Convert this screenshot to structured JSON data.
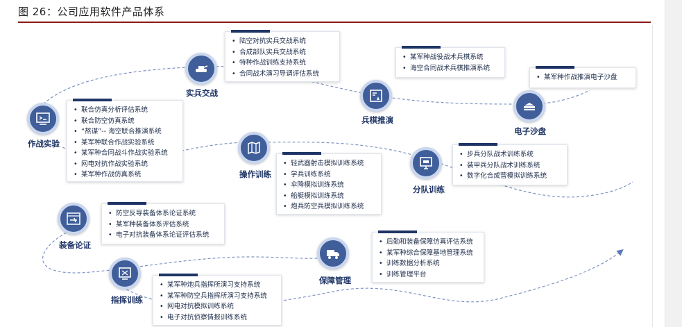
{
  "figure": {
    "title": "图 26：公司应用软件产品体系"
  },
  "colors": {
    "node_fill": "#3f5e9a",
    "node_ring": "#c9d6ee",
    "path": "#7d93c2",
    "card_bar": "#1f3566",
    "title_rule": "#8b1a1a"
  },
  "nodes": {
    "combat_experiment": {
      "label": "作战实验",
      "icon": "presentation-icon"
    },
    "live_combat": {
      "label": "实兵交战",
      "icon": "tank-icon"
    },
    "wargame": {
      "label": "兵棋推演",
      "icon": "gameboard-icon"
    },
    "sandbox": {
      "label": "电子沙盘",
      "icon": "sandtable-icon"
    },
    "operation_training": {
      "label": "操作训练",
      "icon": "map-icon"
    },
    "squad_training": {
      "label": "分队训练",
      "icon": "monitor-icon"
    },
    "equipment_demo": {
      "label": "装备论证",
      "icon": "aircraft-icon"
    },
    "command_training": {
      "label": "指挥训练",
      "icon": "command-screen-icon"
    },
    "logistics": {
      "label": "保障管理",
      "icon": "truck-icon"
    }
  },
  "cards": {
    "live_combat": [
      "陆空对抗实兵交战系统",
      "合成部队实兵交战系统",
      "特种作战训练支持系统",
      "合同战术演习导调评估系统"
    ],
    "wargame": [
      "某军种战役战术兵棋系统",
      "海空合同战术兵棋推演系统"
    ],
    "sandbox": [
      "某军种作战推演电子沙盘"
    ],
    "combat_experiment": [
      "联合仿真分析评估系统",
      "联合防空仿真系统",
      "“熬谋”-- 海空联合推演系统",
      "某军种联合作战实验系统",
      "某军种合同战斗作战实验系统",
      "网电对抗作战实验系统",
      "某军种作战仿真系统"
    ],
    "operation_training": [
      "轻武器射击模拟训练系统",
      "学兵训练系统",
      "伞降模拟训练系统",
      "船艇模拟训练系统",
      "炮兵防空兵模拟训练系统"
    ],
    "squad_training": [
      "步兵分队战术训练系统",
      "装甲兵分队战术训练系统",
      "数字化合成营模拟训练系统"
    ],
    "equipment_demo": [
      "防空反导装备体系论证系统",
      "某军种装备体系评估系统",
      "电子对抗装备体系论证评估系统"
    ],
    "logistics": [
      "后勤和装备保障仿真评估系统",
      "某军种综合保障基地管理系统",
      "训练数据分析系统",
      "训练管理平台"
    ],
    "command_training": [
      "某军种炮兵指挥所演习支持系统",
      "某军种防空兵指挥所演习支持系统",
      "网电对抗模拟训练系统",
      "电子对抗侦察情报训练系统"
    ]
  }
}
